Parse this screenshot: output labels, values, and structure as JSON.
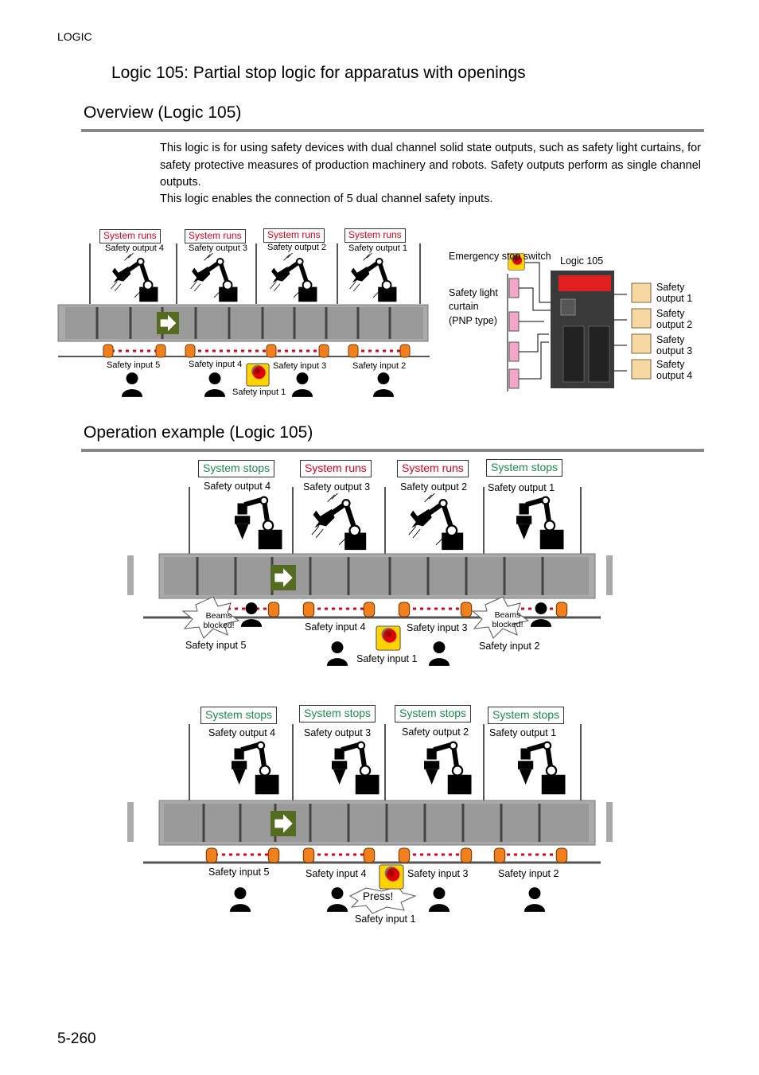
{
  "header": {
    "tag": "LOGIC"
  },
  "title": "Logic 105: Partial stop logic for apparatus with openings",
  "overview": {
    "heading": "Overview (Logic 105)",
    "para1": "This logic is for using safety devices with dual channel solid state outputs, such as safety light curtains, for safety protective measures of production machinery and robots. Safety outputs perform as single channel outputs.",
    "para2": "This logic enables the connection of 5 dual channel safety inputs.",
    "diagram": {
      "status": [
        "System runs",
        "System runs",
        "System runs",
        "System runs"
      ],
      "outputs": [
        "Safety output 4",
        "Safety output 3",
        "Safety output 2",
        "Safety output 1"
      ],
      "inputs": [
        "Safety input 5",
        "Safety input 4",
        "Safety input 3",
        "Safety input 2",
        "Safety input 1"
      ],
      "wiring": {
        "estop": "Emergency stop switch",
        "curtain1": "Safety light",
        "curtain2": "curtain",
        "curtain3": "(PNP type)",
        "controller": "Logic 105",
        "out1": "Safety output 1",
        "out2": "Safety output 2",
        "out3": "Safety output 3",
        "out4": "Safety output 4"
      }
    }
  },
  "operation": {
    "heading": "Operation example (Logic 105)",
    "example1": {
      "status": [
        "System stops",
        "System runs",
        "System runs",
        "System stops"
      ],
      "outputs": [
        "Safety output 4",
        "Safety output 3",
        "Safety output 2",
        "Safety output 1"
      ],
      "inputs": [
        "Safety input 5",
        "Safety input 4",
        "Safety input 3",
        "Safety input 2",
        "Safety input 1"
      ],
      "callout": "Beams blocked!"
    },
    "example2": {
      "status": [
        "System stops",
        "System stops",
        "System stops",
        "System stops"
      ],
      "outputs": [
        "Safety output 4",
        "Safety output 3",
        "Safety output 2",
        "Safety output 1"
      ],
      "inputs": [
        "Safety input 5",
        "Safety input 4",
        "Safety input 3",
        "Safety input 2",
        "Safety input 1"
      ],
      "callout": "Press!"
    }
  },
  "footer": {
    "page": "5-260"
  },
  "colors": {
    "run": "#e0001a",
    "stop": "#1a8a4e",
    "sensor": "#f07f1e",
    "beam": "#e0001a",
    "conveyor": "#9a9a9a"
  }
}
